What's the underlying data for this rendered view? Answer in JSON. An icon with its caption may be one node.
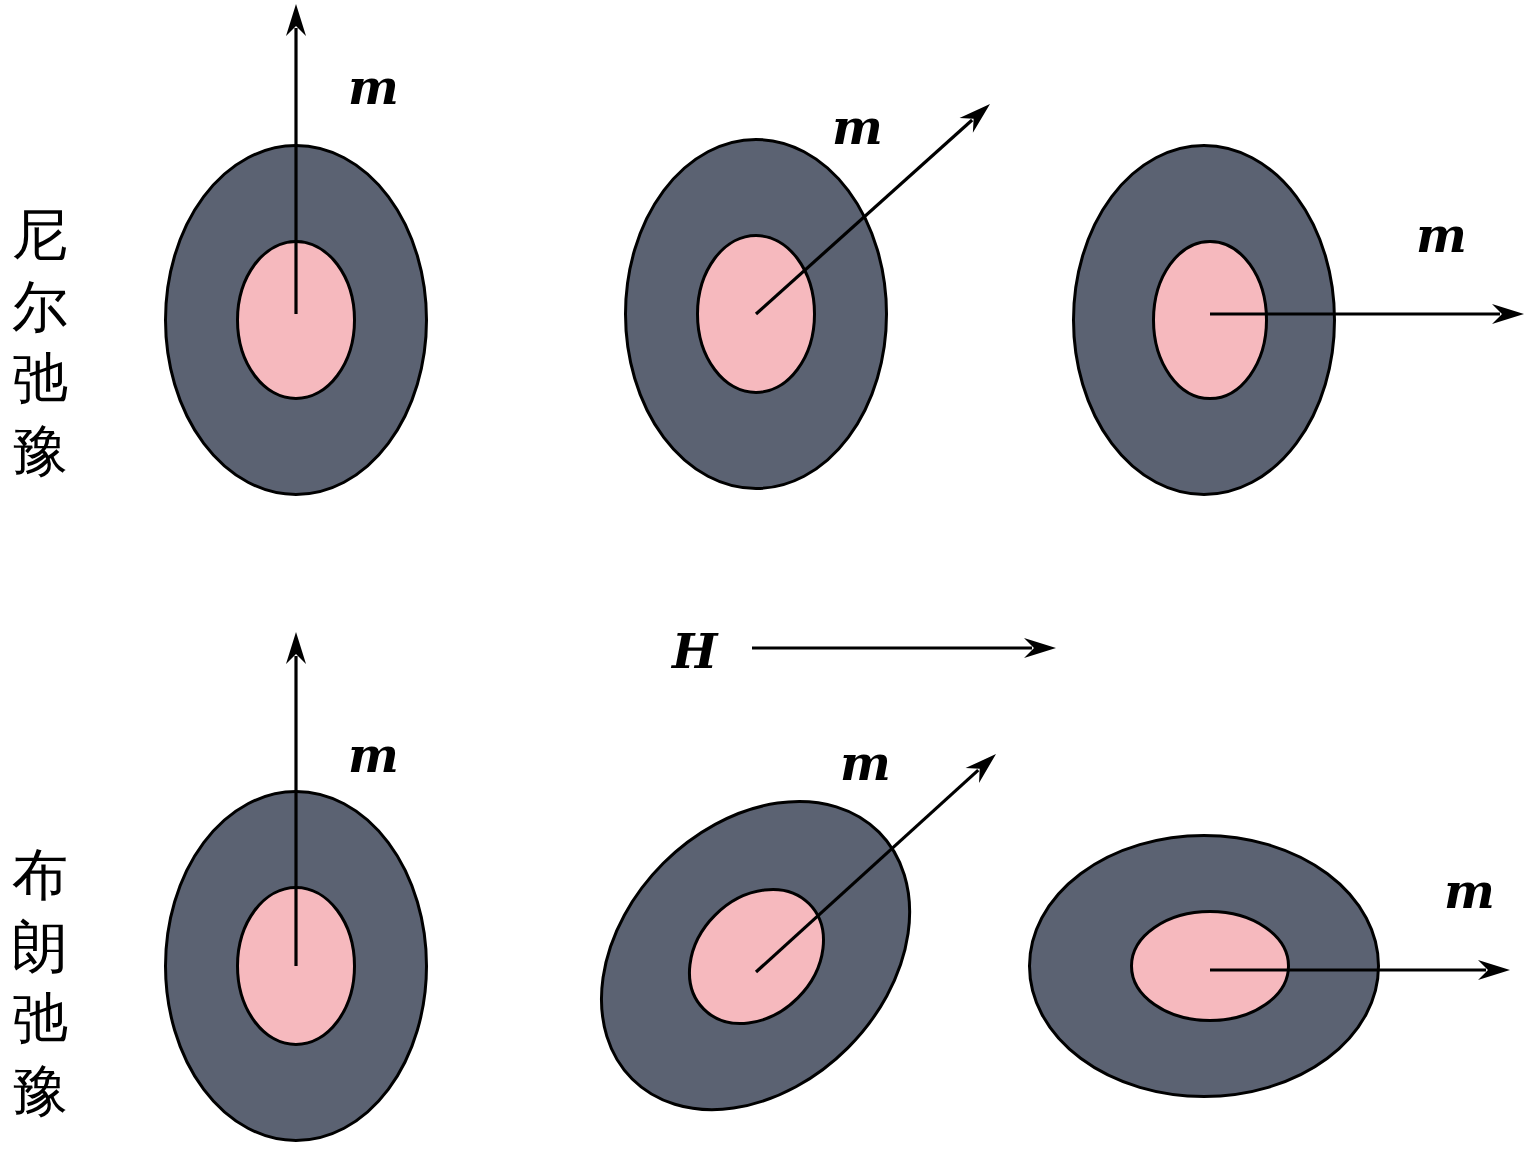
{
  "diagram": {
    "nodes": [
      {
        "text": [],
        "shape": "ellipse"
      },
      {
        "text": [],
        "shape": "ellipse",
        "in": 0
      },
      {
        "text": [],
        "shape": "ellipse"
      },
      {
        "text": [],
        "shape": "ellipse",
        "in": 2
      },
      {
        "text": [],
        "shape": "ellipse"
      },
      {
        "text": [],
        "shape": "ellipse",
        "in": 4
      },
      {
        "text": [],
        "shape": "ellipse"
      },
      {
        "text": [],
        "shape": "ellipse",
        "in": 6
      },
      {
        "text": [],
        "shape": "ellipse"
      },
      {
        "text": [],
        "shape": "ellipse",
        "in": 8
      },
      {
        "text": [],
        "shape": "ellipse"
      },
      {
        "text": [],
        "shape": "ellipse",
        "in": 10
      }
    ],
    "labels": [
      "尼尔弛豫",
      "m",
      "m",
      "m",
      "H",
      "布朗弛豫",
      "m",
      "m",
      "m"
    ]
  }
}
